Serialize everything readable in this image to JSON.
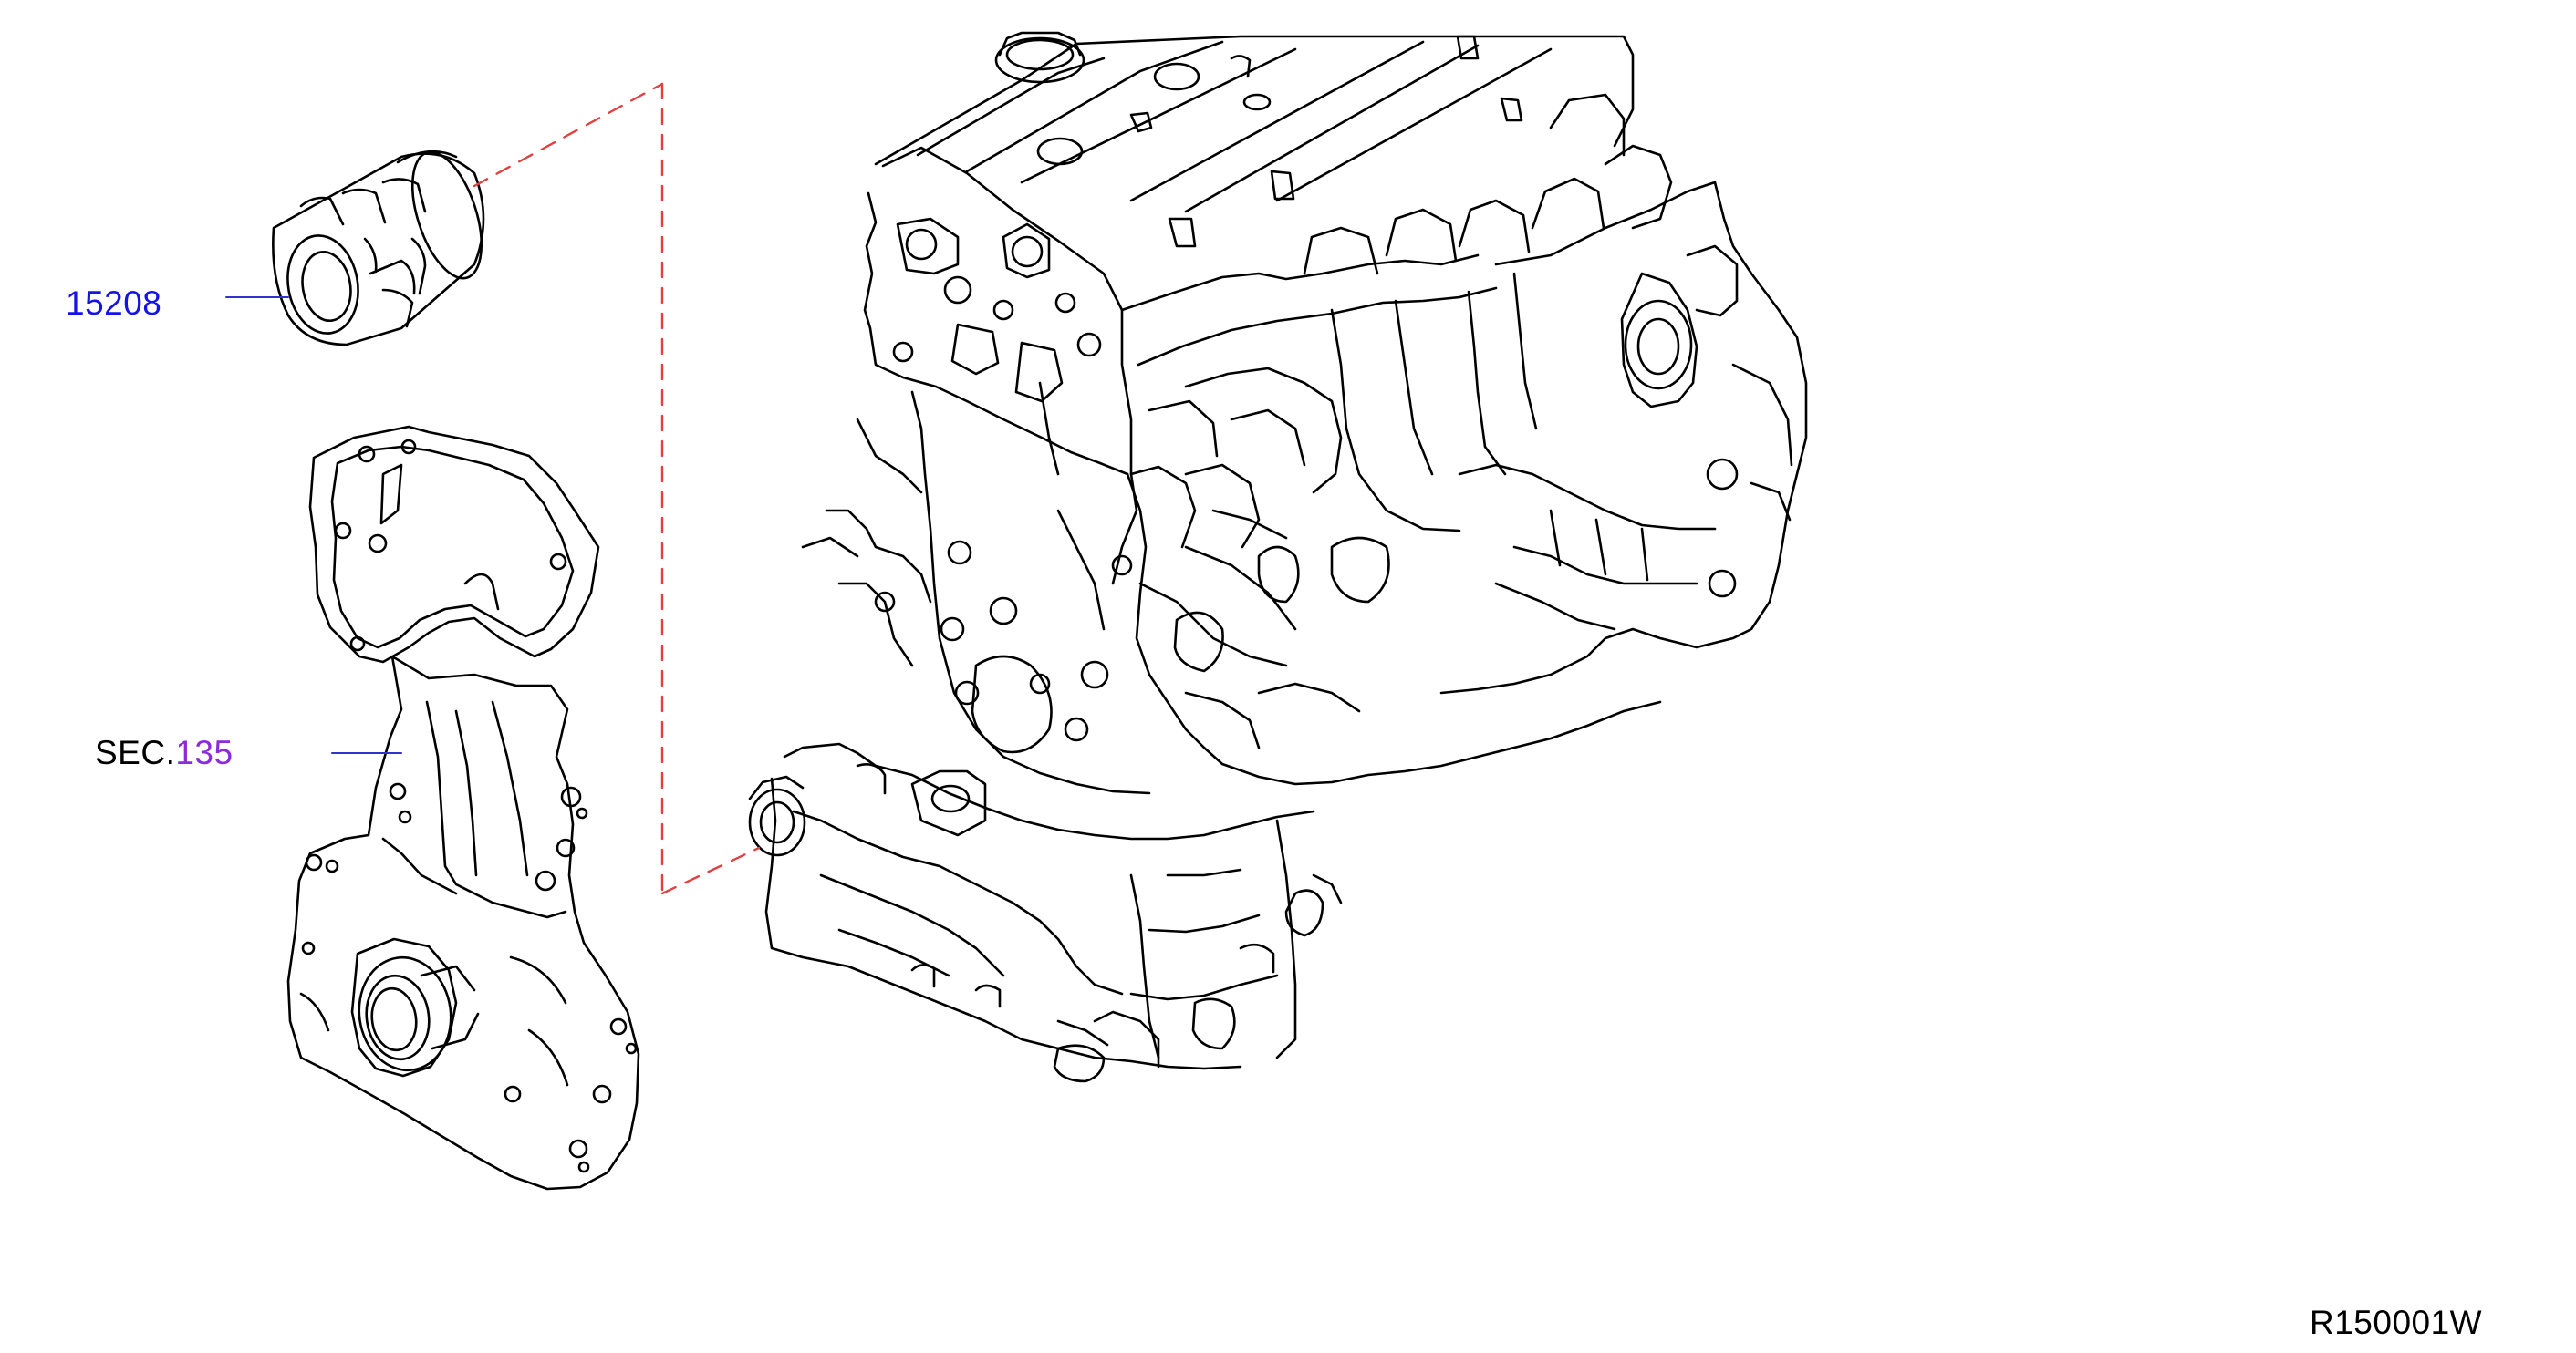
{
  "diagram": {
    "diagram_code": "R150001W",
    "colors": {
      "linework": "#000000",
      "part_number": "#1414e6",
      "leader": "#3232c8",
      "section_number": "#8c2bd9",
      "dashed_reference": "#e04040"
    },
    "callouts": [
      {
        "id": "oil-filter",
        "part_number": "15208"
      },
      {
        "id": "front-cover",
        "section_prefix": "SEC.",
        "section_number": "135"
      }
    ]
  }
}
